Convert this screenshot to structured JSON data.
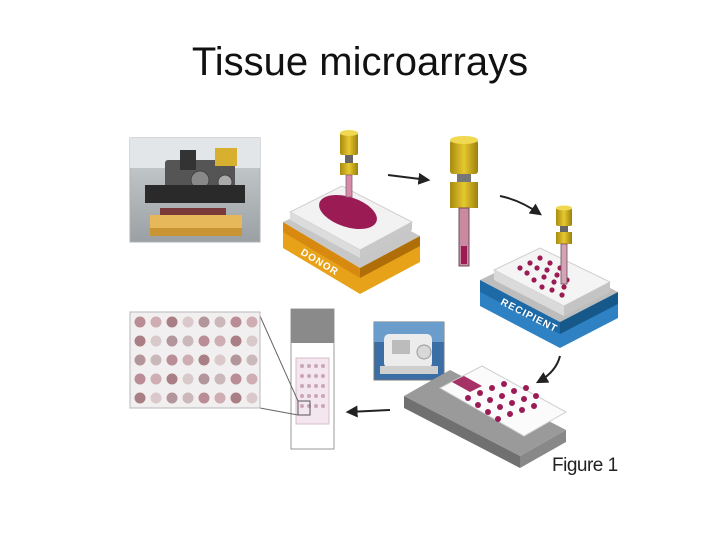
{
  "title": "Tissue microarrays",
  "caption": "Figure 1",
  "labels": {
    "donor": "DONOR",
    "recipient": "RECIPIENT"
  },
  "colors": {
    "donor_block": "#e8a21a",
    "recipient_block": "#2e82c4",
    "tissue": "#9b1b55",
    "punch_yellow": "#d9b820",
    "slide_gray": "#8a8a8a"
  },
  "icons": {
    "photo_1": "tissue-arrayer-machine-photo",
    "photo_2": "microtome-photo",
    "photo_3": "stained-array-micrograph"
  }
}
